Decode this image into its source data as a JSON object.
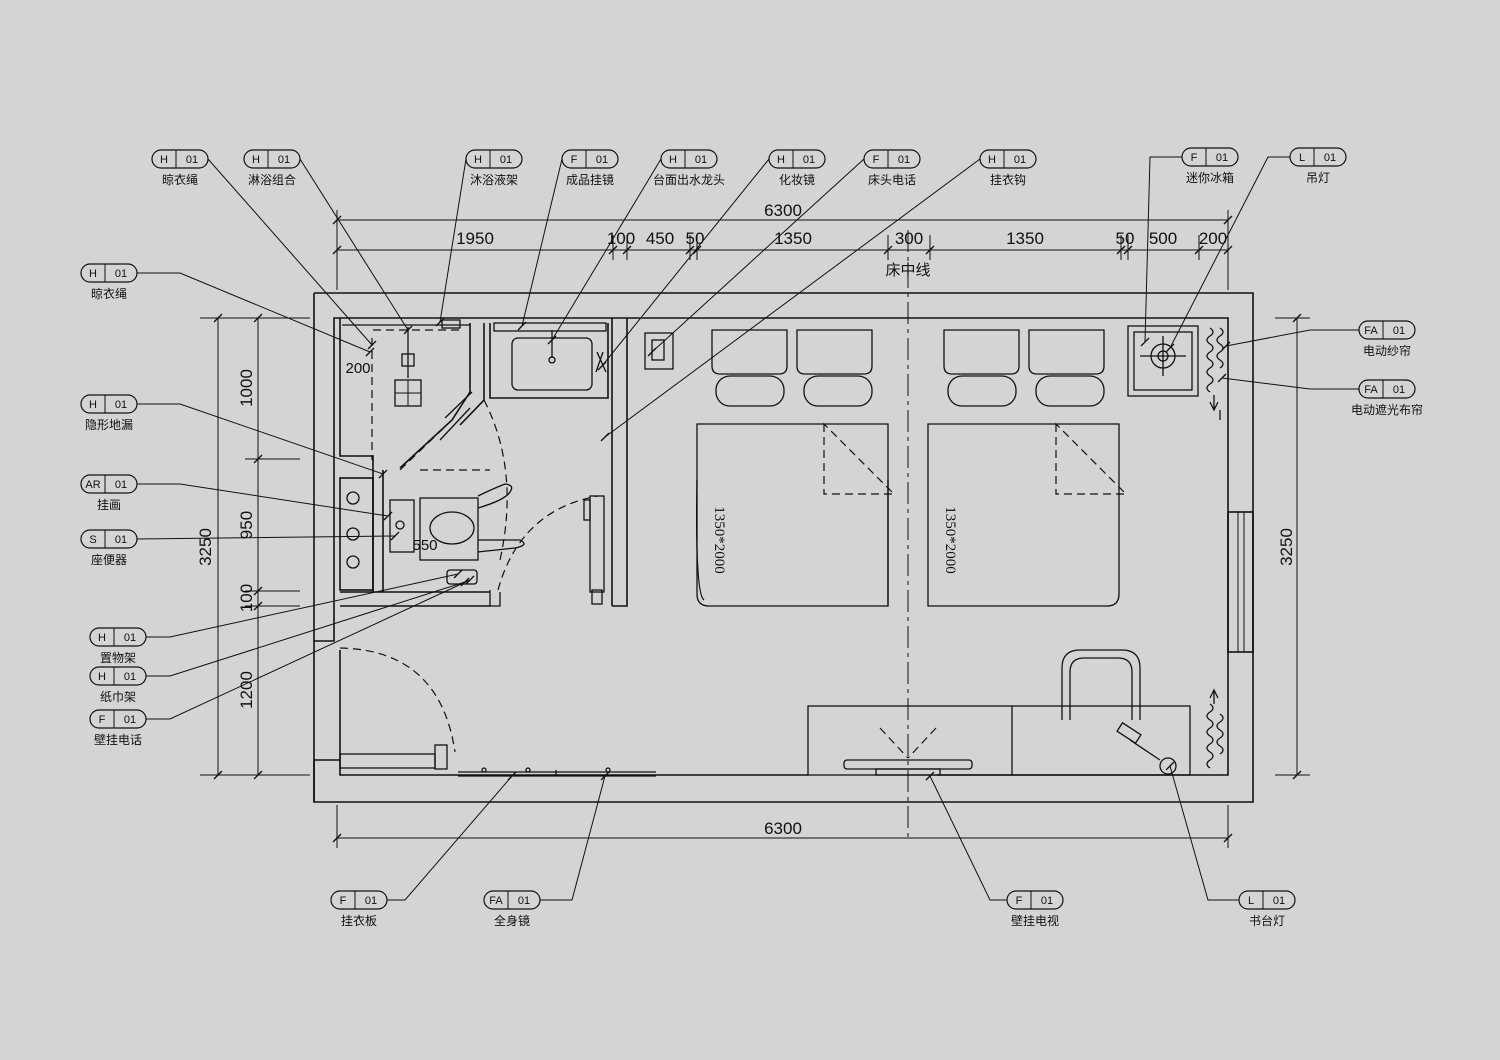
{
  "drawing": {
    "centerline_label": "床中线",
    "bed_size_1": "1350*2000",
    "bed_size_2": "1350*2000"
  },
  "dimensions": {
    "top_total": "6300",
    "bottom_total": "6300",
    "top_segments": [
      "1950",
      "100",
      "450",
      "50",
      "1350",
      "300",
      "1350",
      "50",
      "500",
      "200"
    ],
    "left_total": "3250",
    "left_segments": [
      "1000",
      "950",
      "100",
      "1200"
    ],
    "right_total": "3250",
    "inner_bath_200": "200",
    "inner_toilet_550": "550"
  },
  "tags": [
    {
      "code": "H",
      "num": "01",
      "label": "晾衣绳"
    },
    {
      "code": "H",
      "num": "01",
      "label": "淋浴组合"
    },
    {
      "code": "H",
      "num": "01",
      "label": "沐浴液架"
    },
    {
      "code": "F",
      "num": "01",
      "label": "成品挂镜"
    },
    {
      "code": "H",
      "num": "01",
      "label": "台面出水龙头"
    },
    {
      "code": "H",
      "num": "01",
      "label": "化妆镜"
    },
    {
      "code": "F",
      "num": "01",
      "label": "床头电话"
    },
    {
      "code": "H",
      "num": "01",
      "label": "挂衣钩"
    },
    {
      "code": "F",
      "num": "01",
      "label": "迷你冰箱"
    },
    {
      "code": "L",
      "num": "01",
      "label": "吊灯"
    },
    {
      "code": "H",
      "num": "01",
      "label": "晾衣绳"
    },
    {
      "code": "H",
      "num": "01",
      "label": "隐形地漏"
    },
    {
      "code": "AR",
      "num": "01",
      "label": "挂画"
    },
    {
      "code": "S",
      "num": "01",
      "label": "座便器"
    },
    {
      "code": "H",
      "num": "01",
      "label": "置物架"
    },
    {
      "code": "H",
      "num": "01",
      "label": "纸巾架"
    },
    {
      "code": "F",
      "num": "01",
      "label": "壁挂电话"
    },
    {
      "code": "FA",
      "num": "01",
      "label": "电动纱帘"
    },
    {
      "code": "FA",
      "num": "01",
      "label": "电动遮光布帘"
    },
    {
      "code": "F",
      "num": "01",
      "label": "挂衣板"
    },
    {
      "code": "FA",
      "num": "01",
      "label": "全身镜"
    },
    {
      "code": "F",
      "num": "01",
      "label": "壁挂电视"
    },
    {
      "code": "L",
      "num": "01",
      "label": "书台灯"
    }
  ]
}
